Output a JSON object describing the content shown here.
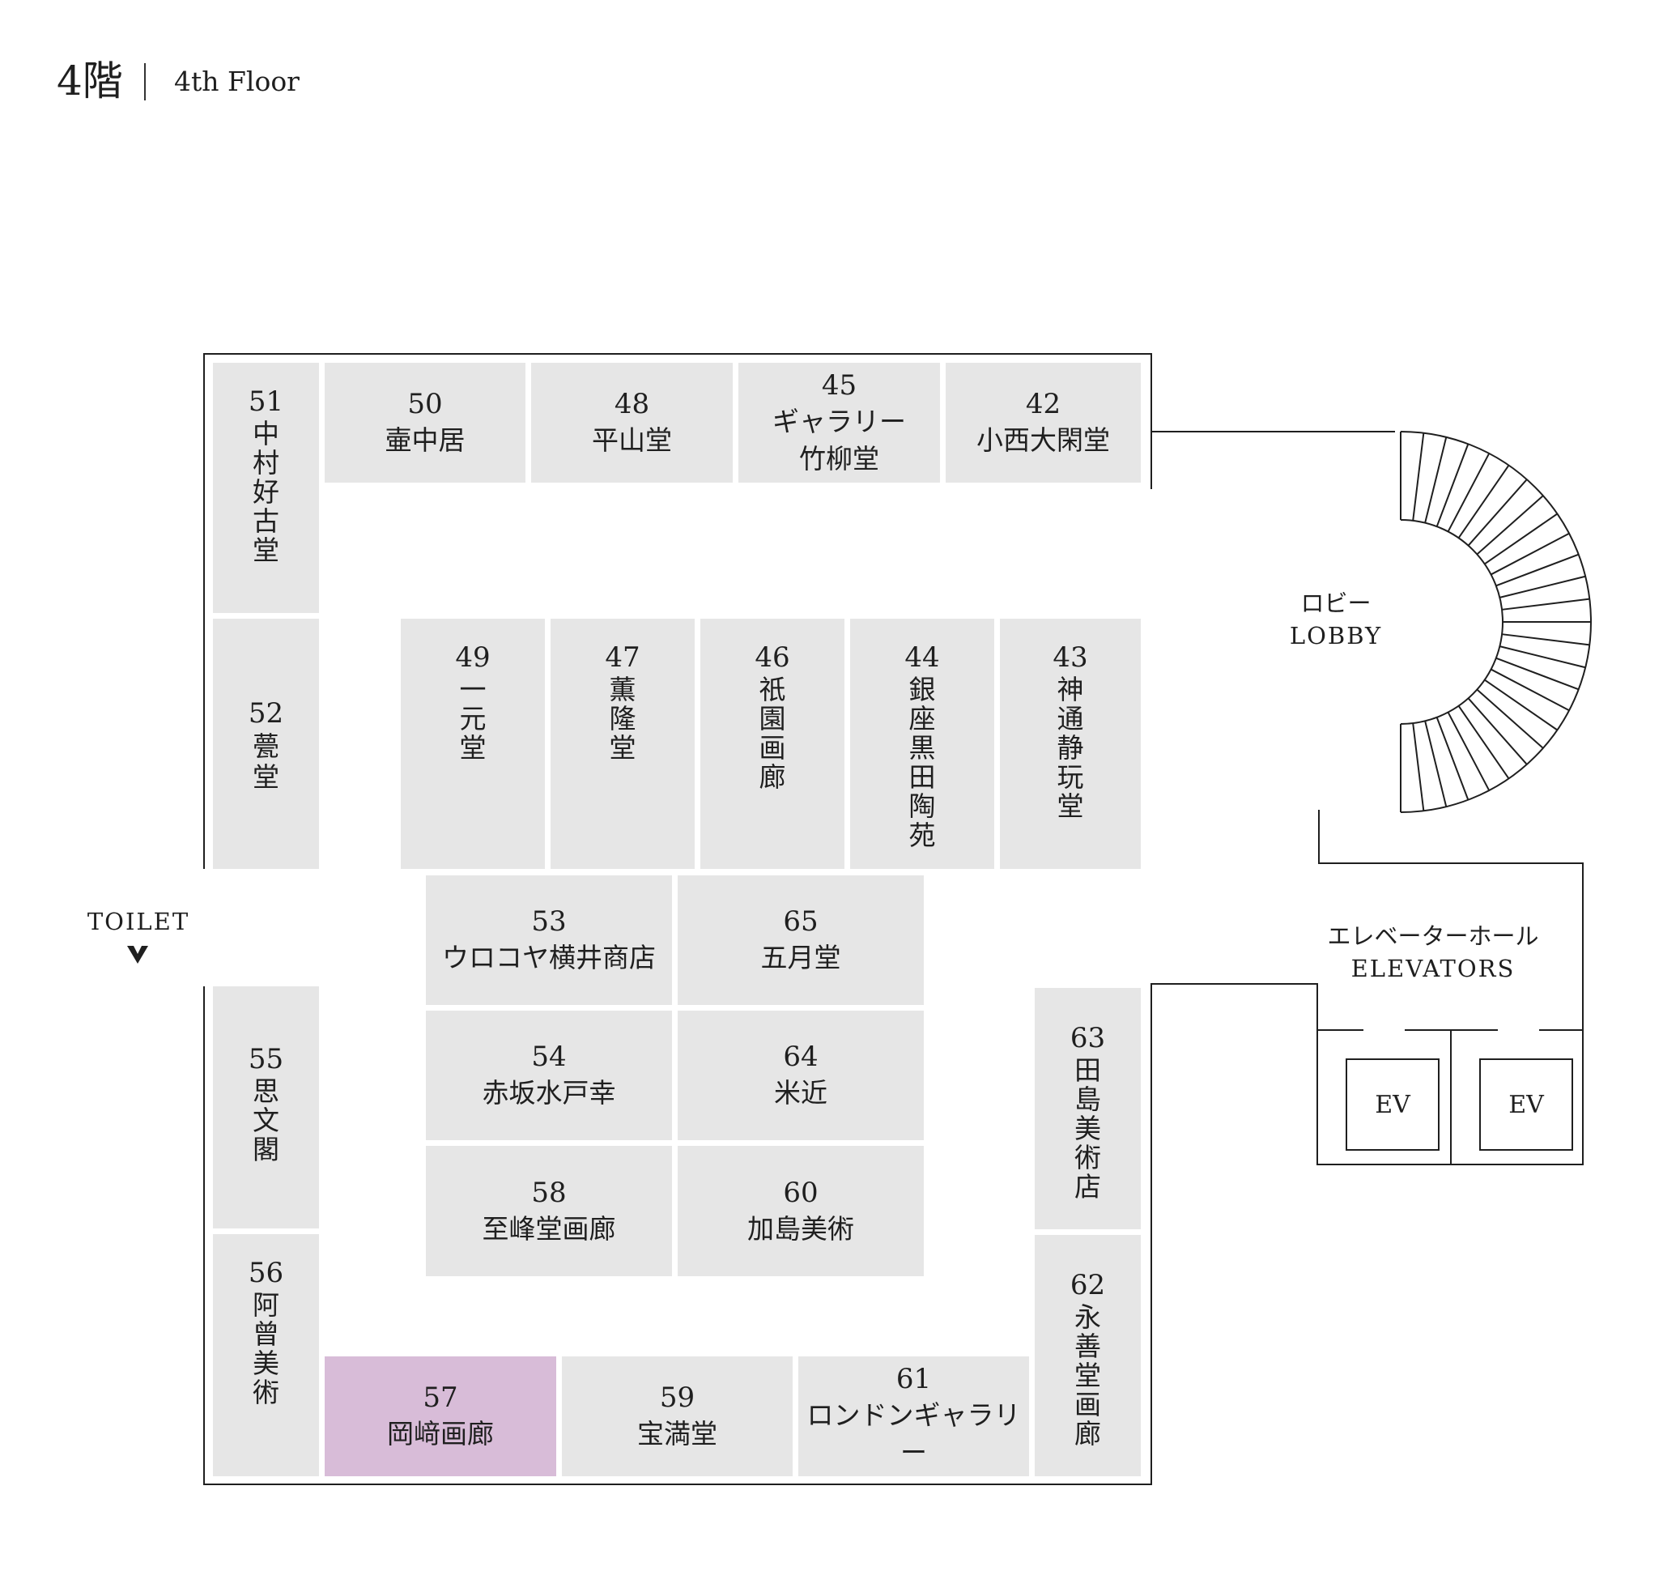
{
  "header": {
    "floor_jp": "4階",
    "floor_en": "4th Floor"
  },
  "labels": {
    "toilet": "TOILET",
    "lobby_jp": "ロビー",
    "lobby_en": "LOBBY",
    "elevator_jp": "エレベーターホール",
    "elevator_en": "ELEVATORS",
    "ev": "EV"
  },
  "booths": {
    "b51": {
      "number": "51",
      "name": "中村好古堂"
    },
    "b50": {
      "number": "50",
      "name": "壷中居"
    },
    "b48": {
      "number": "48",
      "name": "平山堂"
    },
    "b45": {
      "number": "45",
      "name": "ギャラリー\n竹柳堂"
    },
    "b42": {
      "number": "42",
      "name": "小西大閑堂"
    },
    "b52": {
      "number": "52",
      "name": "甍堂"
    },
    "b49": {
      "number": "49",
      "name": "一元堂"
    },
    "b47": {
      "number": "47",
      "name": "薫隆堂"
    },
    "b46": {
      "number": "46",
      "name": "祇園画廊"
    },
    "b44": {
      "number": "44",
      "name": "銀座 黒田陶苑"
    },
    "b43": {
      "number": "43",
      "name": "神通静玩堂"
    },
    "b53": {
      "number": "53",
      "name": "ウロコヤ横井商店"
    },
    "b65": {
      "number": "65",
      "name": "五月堂"
    },
    "b54": {
      "number": "54",
      "name": "赤坂水戸幸"
    },
    "b64": {
      "number": "64",
      "name": "米近"
    },
    "b58": {
      "number": "58",
      "name": "至峰堂画廊"
    },
    "b60": {
      "number": "60",
      "name": "加島美術"
    },
    "b55": {
      "number": "55",
      "name": "思文閣"
    },
    "b56": {
      "number": "56",
      "name": "阿曾美術"
    },
    "b63": {
      "number": "63",
      "name": "田島美術店"
    },
    "b62": {
      "number": "62",
      "name": "永善堂画廊"
    },
    "b57": {
      "number": "57",
      "name": "岡﨑画廊"
    },
    "b59": {
      "number": "59",
      "name": "宝満堂"
    },
    "b61": {
      "number": "61",
      "name": "ロンドンギャラリー"
    }
  },
  "highlight_booth": "57",
  "colors": {
    "booth": "#e6e6e6",
    "highlight": "#d8bcd8",
    "line": "#1f1f1f"
  }
}
